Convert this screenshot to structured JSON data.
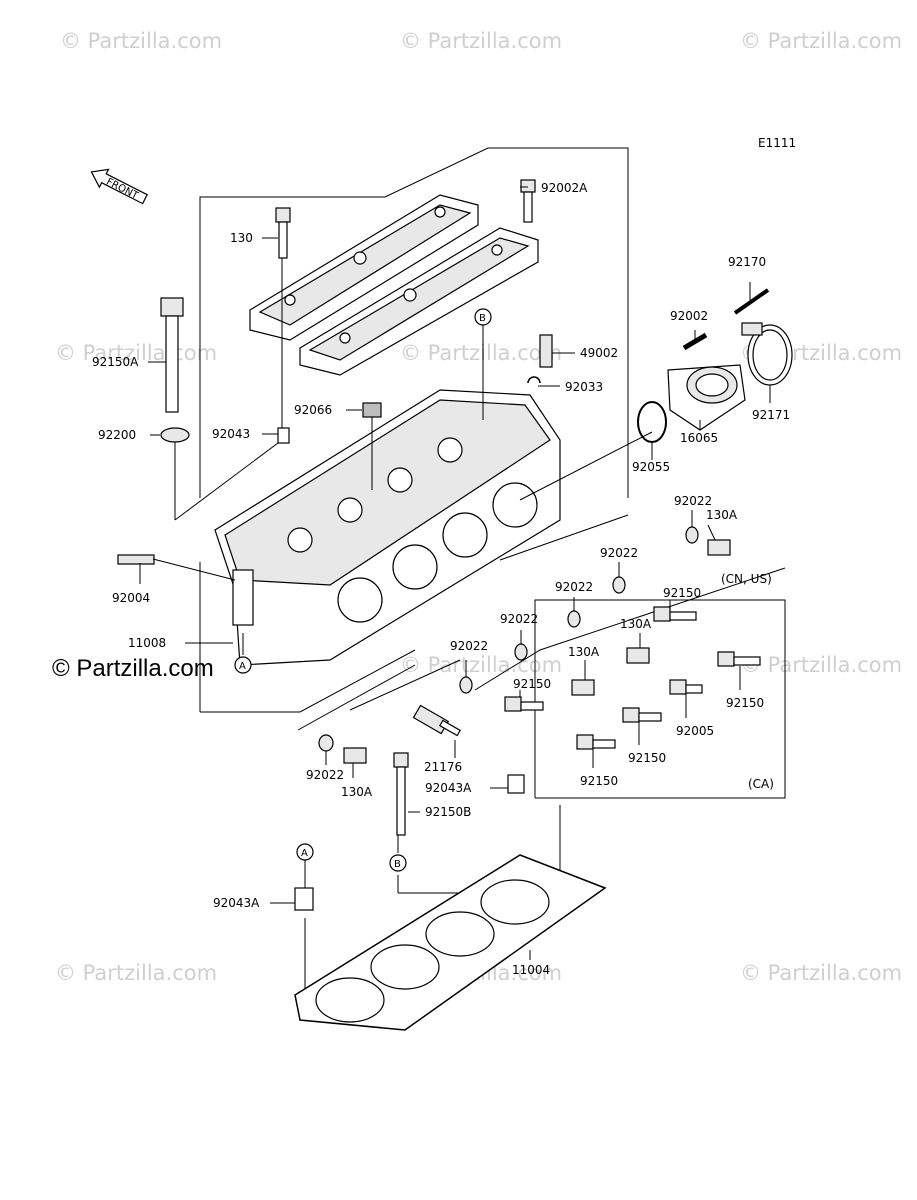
{
  "diagram_code": "E1111",
  "front_label": "FRONT",
  "watermark_text": "© Partzilla.com",
  "watermark_main": "© Partzilla.com",
  "callouts": {
    "c130": "130",
    "c92002A": "92002A",
    "c92150A": "92150A",
    "c92200": "92200",
    "c92043_top": "92043",
    "c92066": "92066",
    "cB_top": "B",
    "c49002": "49002",
    "c92033": "92033",
    "c92002": "92002",
    "c92170": "92170",
    "c92171": "92171",
    "c16065": "16065",
    "c92055": "92055",
    "c92022_r": "92022",
    "c130A_r": "130A",
    "c92004": "92004",
    "c92022_a": "92022",
    "c92022_b": "92022",
    "c92022_c": "92022",
    "c92022_d": "92022",
    "c11008": "11008",
    "cA_mid": "A",
    "cCNUS": "(CN, US)",
    "c92150_1": "92150",
    "c130A_2": "130A",
    "c130A_3": "130A",
    "c92150_2": "92150",
    "c92150_3": "92150",
    "c92005": "92005",
    "c92150_4": "92150",
    "c92150_5": "92150",
    "cCA": "(CA)",
    "c92022_e": "92022",
    "c130A_4": "130A",
    "c21176": "21176",
    "c92043A_mid": "92043A",
    "c92150B": "92150B",
    "cA_bot": "A",
    "cB_bot": "B",
    "c92043A_bot": "92043A",
    "c11004": "11004"
  }
}
